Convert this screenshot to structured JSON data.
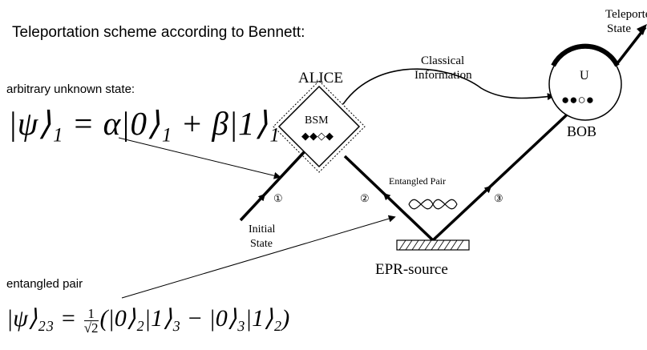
{
  "title": "Teleportation scheme according to Bennett:",
  "labels": {
    "arbitrary_state": "arbitrary unknown state:",
    "entangled_pair": "entangled pair"
  },
  "equations": {
    "state_1": "|ψ⟩₁ = α|0⟩₁ + β|1⟩₁",
    "state_23_prefix": "|ψ⟩₂₃ = ",
    "state_23_frac_num": "1",
    "state_23_frac_den": "√2",
    "state_23_suffix": "(|0⟩₂|1⟩₃ − |0⟩₃|1⟩₂)"
  },
  "diagram": {
    "alice": "ALICE",
    "bsm": "BSM",
    "bsm_symbols": "◆◆◇◆",
    "classical_line1": "Classical",
    "classical_line2": "Information",
    "teleported_line1": "Teleported",
    "teleported_line2": "State",
    "unitary": "U",
    "bob_symbols": "●●○●",
    "bob": "BOB",
    "entangled_pair": "Entangled Pair",
    "initial_line1": "Initial",
    "initial_line2": "State",
    "epr_source": "EPR-source",
    "photon_1": "①",
    "photon_2": "②",
    "photon_3": "③"
  }
}
